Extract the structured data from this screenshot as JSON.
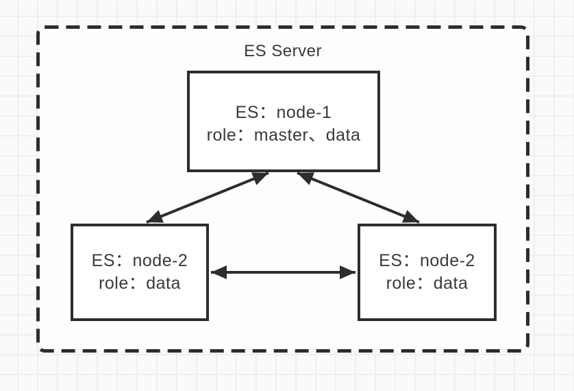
{
  "diagram": {
    "title": "ES Server",
    "nodes": [
      {
        "id": "node-1",
        "line1": "ES：node-1",
        "line2": "role：master、data"
      },
      {
        "id": "node-2-left",
        "line1": "ES：node-2",
        "line2": "role：data"
      },
      {
        "id": "node-2-right",
        "line1": "ES：node-2",
        "line2": "role：data"
      }
    ],
    "edges": [
      {
        "from": "node-1",
        "to": "node-2-left",
        "direction": "bidirectional"
      },
      {
        "from": "node-1",
        "to": "node-2-right",
        "direction": "bidirectional"
      },
      {
        "from": "node-2-left",
        "to": "node-2-right",
        "direction": "bidirectional"
      }
    ],
    "colors": {
      "stroke": "#2d2d2d",
      "text": "#3a3a3a",
      "canvas_background": "#fbfafa",
      "grid_line": "#f0eeee",
      "container_fill": "#fdfdfd",
      "node_fill": "#ffffff"
    }
  }
}
